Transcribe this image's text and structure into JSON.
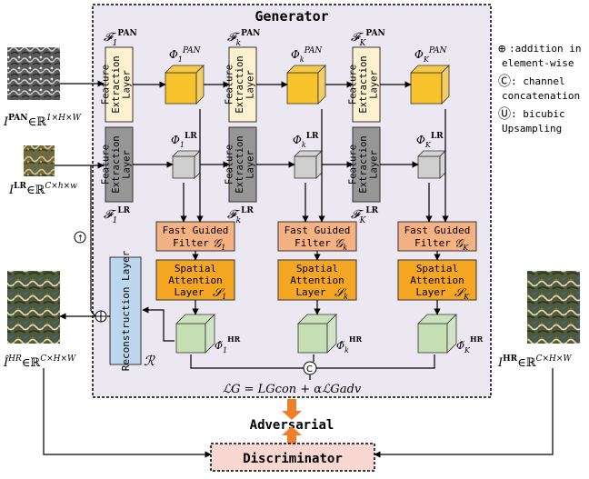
{
  "title": "Generator",
  "colors": {
    "generator_bg": "#ece8f2",
    "fel_pan": "#fdf1cf",
    "fel_lr": "#969696",
    "fgf": "#f4b183",
    "sal": "#f5a623",
    "cube_pan": "#f7c32a",
    "cube_lr": "#cfcfcf",
    "cube_hr": "#c6e0b4",
    "recon": "#bdd7ee",
    "disc": "#f8d7d0",
    "adv_arrow": "#f07f2c"
  },
  "fel_label": "Feature Extraction Layer",
  "pan_labels": [
    "F₁ᴾᴬᴺ",
    "Fₖᴾᴬᴺ",
    "Fₖᴾᴬᴺ"
  ],
  "pan_label_sub": [
    "1",
    "k",
    "K"
  ],
  "lr_label_sub": [
    "1",
    "k",
    "K"
  ],
  "phi_pan_sub": [
    "1",
    "k",
    "K"
  ],
  "fgf_label_line1": "Fast Guided",
  "fgf_label_line2": "Filter",
  "sal_label_line1": "Spatial",
  "sal_label_line2": "Attention",
  "sal_label_line3": "Layer",
  "recon_label": "Reconstruction Layer",
  "recon_symbol": "ℛ",
  "inputs": {
    "pan": "I",
    "pan_sup": "PAN",
    "pan_domain": "∈ℝ",
    "pan_dims": "1×H×W",
    "lr": "I",
    "lr_sup": "LR",
    "lr_domain": "∈ℝ",
    "lr_dims": "C×h×w"
  },
  "outputs": {
    "pred": "Î",
    "pred_sup": "HR",
    "pred_domain": "∈ℝ",
    "pred_dims": "C×H×W",
    "gt": "I",
    "gt_sup": "HR",
    "gt_domain": "∈ℝ",
    "gt_dims": "C×H×W"
  },
  "legend": {
    "add_symbol": "⊕",
    "add_text1": ":addition in",
    "add_text2": "element-wise",
    "cat_symbol": "Ⓒ",
    "cat_text1": ": channel",
    "cat_text2": "concatenation",
    "up_symbol": "Ⓤ",
    "up_text1": ": bicubic",
    "up_text2": "Upsampling"
  },
  "loss": "ℒG = LGcon + αℒGadv",
  "adversarial": "Adversarial",
  "discriminator": "Discriminator"
}
